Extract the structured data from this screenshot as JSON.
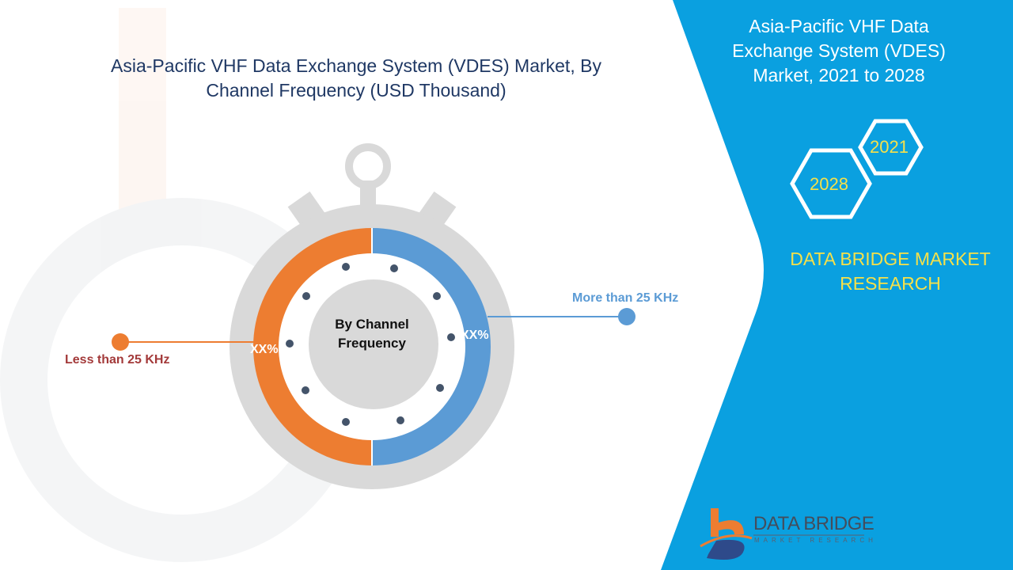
{
  "title": "Asia-Pacific VHF Data Exchange System (VDES) Market, By Channel Frequency (USD Thousand)",
  "side_panel": {
    "title": "Asia-Pacific VHF Data Exchange System (VDES) Market, 2021 to 2028",
    "year_start": "2021",
    "year_end": "2028",
    "brand": "DATA BRIDGE MARKET RESEARCH"
  },
  "diagram": {
    "center_label": "By Channel Frequency",
    "segments": [
      {
        "label": "Less than 25 KHz",
        "value": "XX%",
        "color": "#ed7d31",
        "label_color": "#a33a3a"
      },
      {
        "label": "More than 25 KHz",
        "value": "XX%",
        "color": "#5b9bd5",
        "label_color": "#5b9bd5"
      }
    ]
  },
  "logo": {
    "name": "DATA BRIDGE",
    "subtitle": "MARKET RESEARCH"
  },
  "colors": {
    "panel": "#0aa0e0",
    "gray": "#d9d9d9",
    "dot": "#44546a"
  }
}
